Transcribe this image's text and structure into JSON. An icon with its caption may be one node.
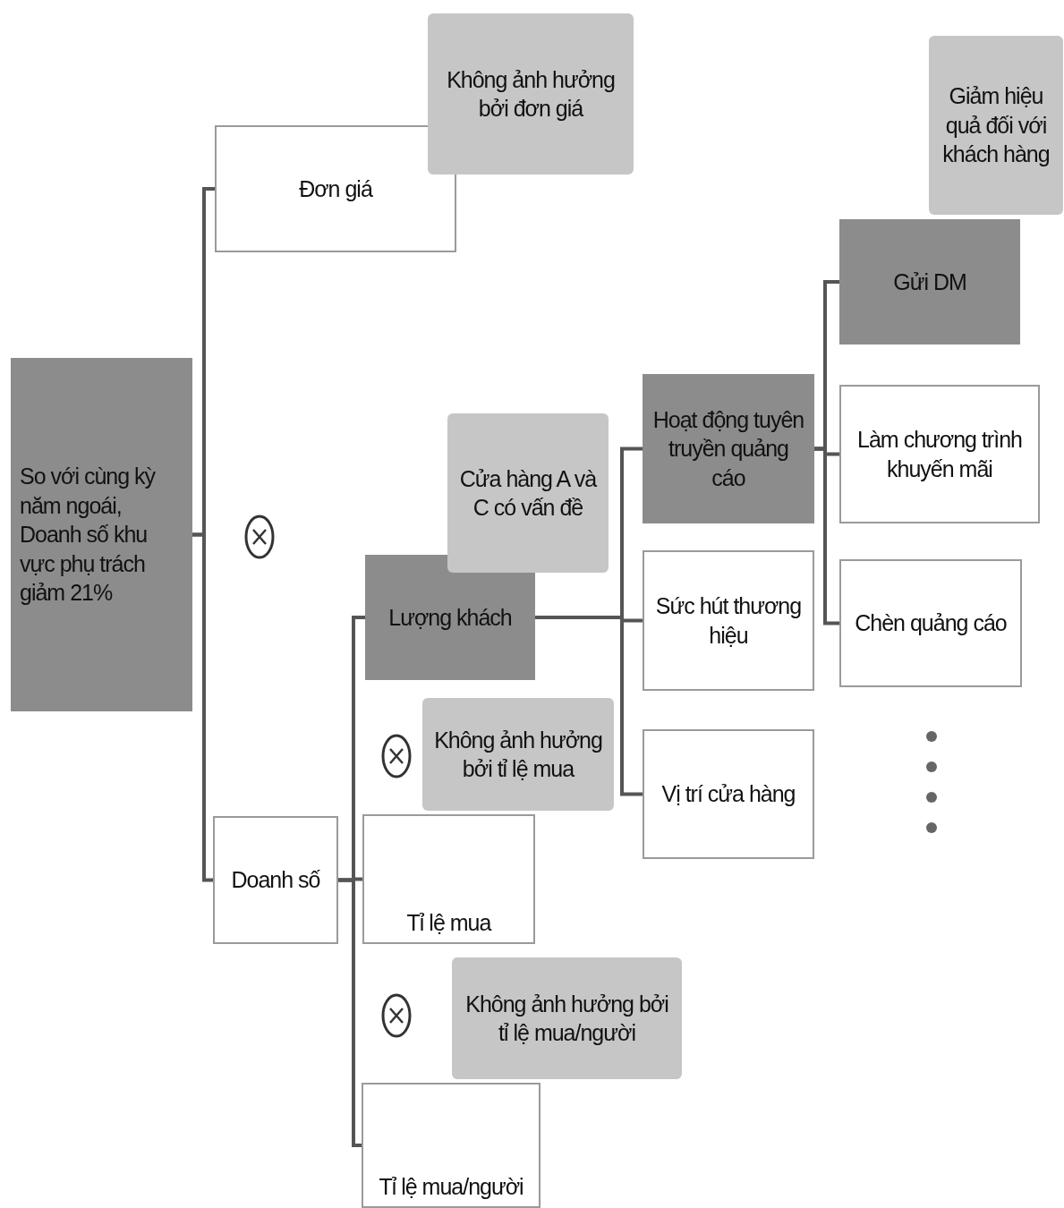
{
  "diagram": {
    "nodes": [
      {
        "text": [
          "So với cùng kỳ năm ngoái, Doanh số khu vực phụ trách giảm 21%"
        ]
      },
      {
        "text": [
          "Đơn giá"
        ]
      },
      {
        "text": [
          "Không ảnh hưởng bởi đơn giá"
        ]
      },
      {
        "text": [
          "Doanh số"
        ]
      },
      {
        "text": [
          "Lượng khách"
        ]
      },
      {
        "text": [
          "Cửa hàng A và C có vấn đề"
        ]
      },
      {
        "text": [
          "Tỉ lệ mua"
        ]
      },
      {
        "text": [
          "Không ảnh hưởng bởi tỉ lệ mua"
        ]
      },
      {
        "text": [
          "Tỉ lệ mua/người"
        ]
      },
      {
        "text": [
          "Không ảnh hưởng bởi tỉ lệ mua/người"
        ]
      },
      {
        "text": [
          "Hoạt động tuyên truyền quảng cáo"
        ]
      },
      {
        "text": [
          "Sức hút thương hiệu"
        ]
      },
      {
        "text": [
          "Vị trí cửa hàng"
        ]
      },
      {
        "text": [
          "Gửi DM"
        ]
      },
      {
        "text": [
          "Giảm hiệu quả đối với khách hàng"
        ]
      },
      {
        "text": [
          "Làm chương trình khuyến mãi"
        ]
      },
      {
        "text": [
          "Chèn quảng cáo"
        ]
      }
    ],
    "edges": [
      {
        "from": 0,
        "to": 1,
        "arrow": "none"
      },
      {
        "from": 0,
        "to": 3,
        "arrow": "none"
      },
      {
        "from": 3,
        "to": 4,
        "arrow": "none"
      },
      {
        "from": 3,
        "to": 6,
        "arrow": "none"
      },
      {
        "from": 3,
        "to": 8,
        "arrow": "none"
      },
      {
        "from": 4,
        "to": 10,
        "arrow": "none"
      },
      {
        "from": 4,
        "to": 11,
        "arrow": "none"
      },
      {
        "from": 4,
        "to": 12,
        "arrow": "none"
      },
      {
        "from": 10,
        "to": 13,
        "arrow": "none"
      },
      {
        "from": 10,
        "to": 15,
        "arrow": "none"
      },
      {
        "from": 10,
        "to": 16,
        "arrow": "none"
      }
    ]
  }
}
